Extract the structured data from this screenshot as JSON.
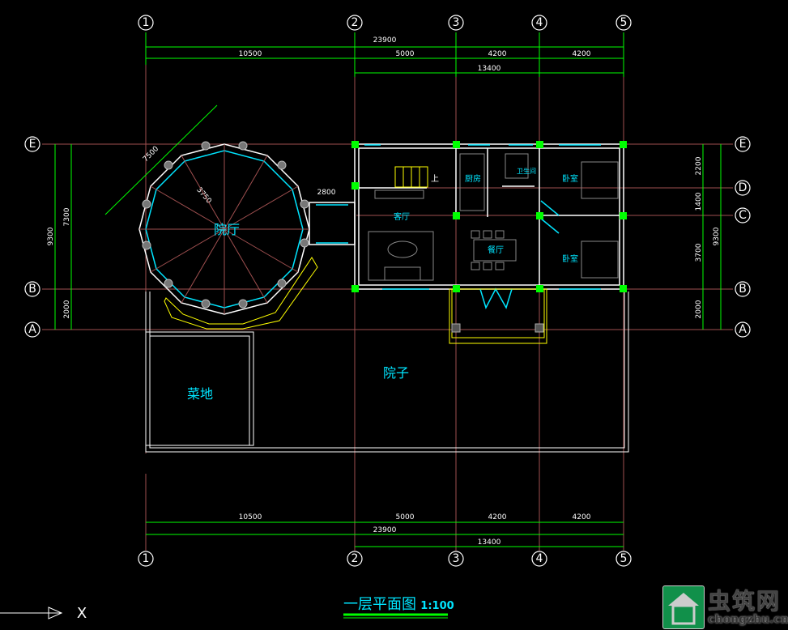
{
  "drawing": {
    "title": "一层平面图",
    "scale": "1:100",
    "axes_columns": [
      "1",
      "2",
      "3",
      "4",
      "5"
    ],
    "axes_rows": [
      "E",
      "D",
      "C",
      "B",
      "A"
    ],
    "dims_top": {
      "total": "23900",
      "segments": [
        "10500",
        "5000",
        "4200",
        "4200"
      ],
      "sub_total": "13400"
    },
    "dims_bottom": {
      "total": "23900",
      "segments": [
        "10500",
        "5000",
        "4200",
        "4200"
      ],
      "sub_total": "13400"
    },
    "dims_left": {
      "total": "9300",
      "upper": "7300",
      "lower": "2000"
    },
    "dims_right": {
      "total": "9300",
      "segments": [
        "2200",
        "1400",
        "3700",
        "2000"
      ]
    },
    "octagon_dims": {
      "diagonal": "7500",
      "radius": "3750",
      "connector": "2800"
    },
    "rooms": {
      "hall": "院厅",
      "living": "客厅",
      "kitchen": "厨房",
      "bath": "卫生间",
      "bedroom1": "卧室",
      "bedroom2": "卧室",
      "dining": "餐厅",
      "yard": "院子",
      "garden": "菜地",
      "stair_up": "上"
    },
    "ucs_label": "X"
  },
  "watermark": {
    "name": "虫筑网",
    "url": "chongzhu.cn"
  }
}
